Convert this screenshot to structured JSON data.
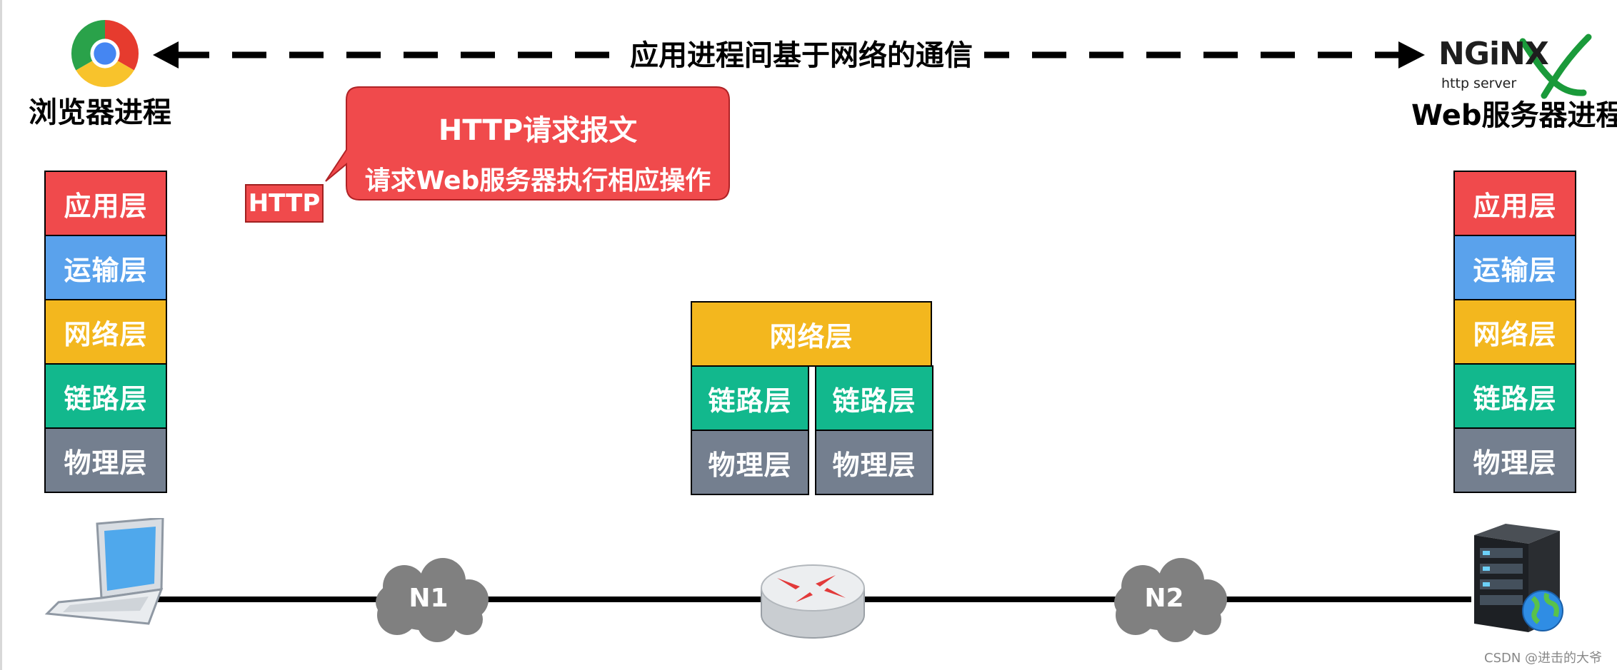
{
  "top": {
    "caption": "应用进程间基于网络的通信",
    "left_process": "浏览器进程",
    "right_process": "Web服务器进程"
  },
  "nginx": {
    "logo": "NGiNX",
    "subtitle": "http server"
  },
  "http_tag": "HTTP",
  "bubble": {
    "title": "HTTP请求报文",
    "text": "请求Web服务器执行相应操作"
  },
  "host_stack": [
    "应用层",
    "运输层",
    "网络层",
    "链路层",
    "物理层"
  ],
  "router_stack": {
    "network": "网络层",
    "link": "链路层",
    "physical": "物理层"
  },
  "networks": [
    "N1",
    "N2"
  ],
  "watermark": "CSDN @进击的大爷",
  "colors": {
    "application": "#f04a4c",
    "transport": "#5aa2ec",
    "network": "#f3b71e",
    "link": "#12b88d",
    "physical": "#747f8f"
  }
}
